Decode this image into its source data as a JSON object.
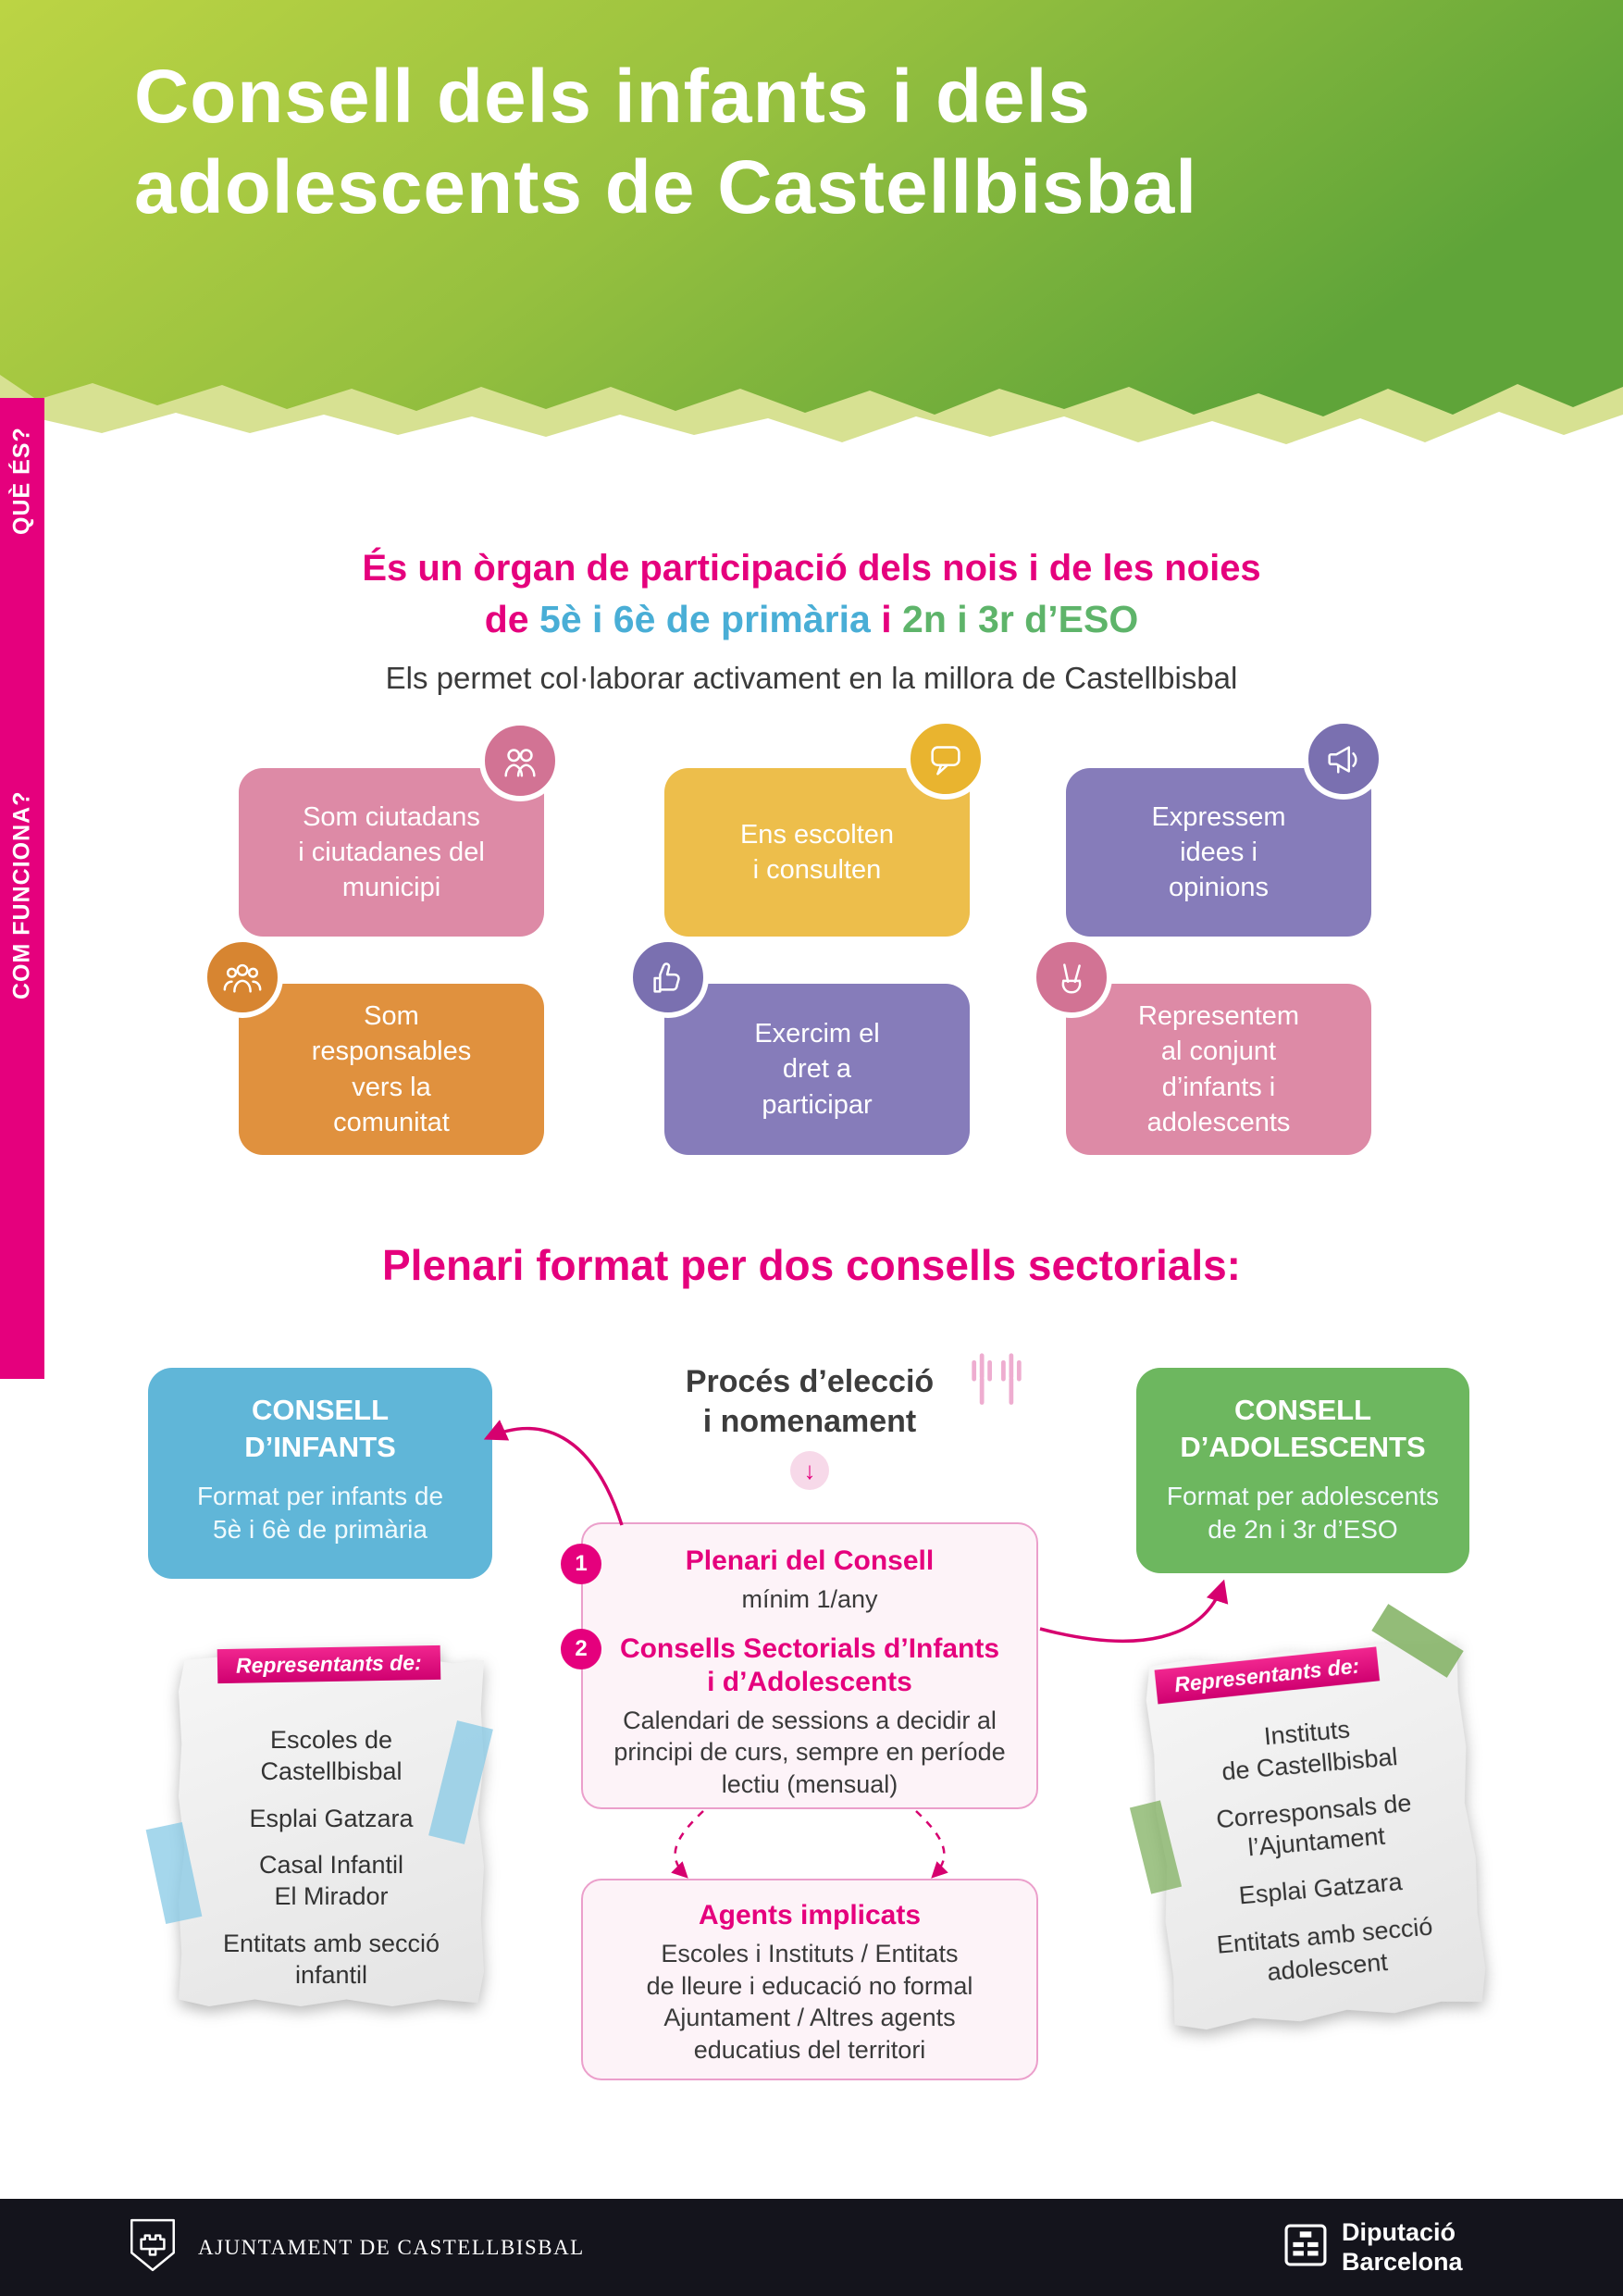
{
  "header": {
    "title": "Consell dels infants i dels\nadolescents de Castellbisbal"
  },
  "sidebar": {
    "section1": "QUÈ ÉS?",
    "section2": "COM FUNCIONA?"
  },
  "intro": {
    "line1": "És un òrgan de participació dels nois i de les noies",
    "line2_prefix": "de ",
    "line2_primaria": "5è i 6è de primària",
    "line2_mid": " i ",
    "line2_eso": "2n i 3r d’ESO",
    "line3": "Els permet col·laborar activament en la millora de Castellbisbal"
  },
  "cards": [
    {
      "label": "Som ciutadans\ni ciutadanes del\nmunicipi",
      "icon": "citizens-icon",
      "color": "#dd8aa6"
    },
    {
      "label": "Ens escolten\ni consulten",
      "icon": "speech-bubble-icon",
      "color": "#edbe4b"
    },
    {
      "label": "Expressem\nidees i\nopinions",
      "icon": "megaphone-icon",
      "color": "#867cba"
    },
    {
      "label": "Som\nresponsables\nvers la\ncomunitat",
      "icon": "community-icon",
      "color": "#e0913e"
    },
    {
      "label": "Exercim el\ndret a\nparticipar",
      "icon": "vote-icon",
      "color": "#867cba"
    },
    {
      "label": "Representem\nal conjunt\nd’infants i\nadolescents",
      "icon": "victory-hand-icon",
      "color": "#dd8aa6"
    }
  ],
  "how": {
    "heading": "Plenari format per dos consells sectorials:",
    "infants": {
      "title": "CONSELL\nD’INFANTS",
      "desc": "Format per infants de\n5è i 6è de primària"
    },
    "process": {
      "title": "Procés d’elecció\ni nomenament"
    },
    "adolescents": {
      "title": "CONSELL\nD’ADOLESCENTS",
      "desc": "Format per adolescents\nde 2n i 3r d’ESO"
    },
    "plenari": {
      "item1": {
        "number": "1",
        "title": "Plenari del Consell",
        "desc": "mínim 1/any"
      },
      "item2": {
        "number": "2",
        "title": "Consells Sectorials d’Infants\ni d’Adolescents",
        "desc": "Calendari de sessions a decidir al\nprincipi de curs, sempre en període\nlectiu (mensual)"
      }
    },
    "agents": {
      "title": "Agents implicats",
      "desc": "Escoles i Instituts / Entitats\nde lleure i educació no formal\nAjuntament / Altres agents\neducatius del territori"
    },
    "note_left": {
      "tag": "Representants de:",
      "items": [
        "Escoles de\nCastellbisbal",
        "Esplai Gatzara",
        "Casal Infantil\nEl Mirador",
        "Entitats amb secció\ninfantil"
      ]
    },
    "note_right": {
      "tag": "Representants de:",
      "items": [
        "Instituts\nde Castellbisbal",
        "Corresponsals de\nl’Ajuntament",
        "Esplai Gatzara",
        "Entitats amb secció\nadolescent"
      ]
    }
  },
  "icons": {
    "down_arrow": "↓"
  },
  "footer": {
    "left_text": "AJUNTAMENT DE CASTELLBISBAL",
    "right_line1": "Diputació",
    "right_line2": "Barcelona"
  },
  "colors": {
    "magenta": "#e5007d",
    "blue": "#60b6d8",
    "green": "#6db75f",
    "yellow": "#edbe4b",
    "purple": "#867cba",
    "orange": "#e0913e",
    "pink": "#dd8aa6",
    "header_green_light": "#bcd444",
    "header_green_dark": "#5fa439",
    "footer_bg": "#14141c"
  }
}
